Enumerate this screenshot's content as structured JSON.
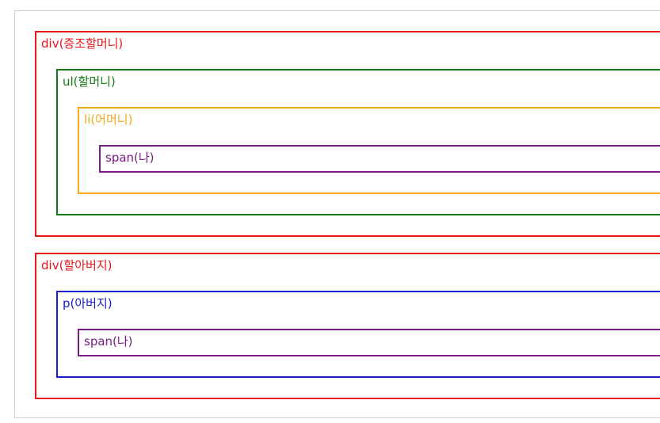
{
  "colors": {
    "red": "#e8161b",
    "green": "#157a15",
    "orange": "#f4a81a",
    "purple": "#7a1a86",
    "blue": "#1a1acc",
    "outer_border": "#d0d0d0"
  },
  "tree1": {
    "div_label": "div(증조할머니)",
    "ul_label": "ul(할머니)",
    "li_label": "li(어머니)",
    "span_label": "span(나)"
  },
  "tree2": {
    "div_label": "div(할아버지)",
    "p_label": "p(아버지)",
    "span_label": "span(나)"
  }
}
